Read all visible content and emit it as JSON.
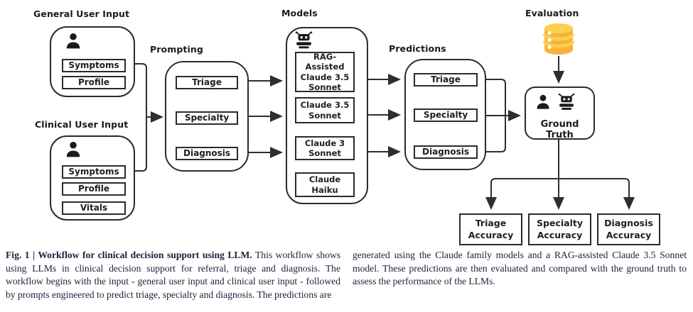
{
  "figure": {
    "groups": {
      "general_input": {
        "label": "General User Input",
        "items": [
          "Symptoms",
          "Profile"
        ]
      },
      "clinical_input": {
        "label": "Clinical User Input",
        "items": [
          "Symptoms",
          "Profile",
          "Vitals"
        ]
      },
      "prompting": {
        "label": "Prompting",
        "items": [
          "Triage",
          "Specialty",
          "Diagnosis"
        ]
      },
      "models": {
        "label": "Models",
        "items": [
          "RAG-Assisted Claude 3.5 Sonnet",
          "Claude 3.5 Sonnet",
          "Claude 3 Sonnet",
          "Claude Haiku"
        ]
      },
      "predictions": {
        "label": "Predictions",
        "items": [
          "Triage",
          "Specialty",
          "Diagnosis"
        ]
      },
      "evaluation": {
        "label": "Evaluation"
      },
      "ground_truth": {
        "label": "Ground Truth"
      },
      "accuracy": {
        "items": [
          "Triage Accuracy",
          "Specialty Accuracy",
          "Diagnosis Accuracy"
        ]
      }
    },
    "icons": {
      "user": "user-icon",
      "robot": "robot-icon",
      "database": "database-icon"
    }
  },
  "caption": {
    "left_bold": "Fig. 1 | Workflow for clinical decision support using LLM.",
    "left_text": " This workflow shows using LLMs in clinical decision support for referral, triage and diagnosis. The workflow begins with the input - general user input and clinical user input - followed by prompts engineered to predict triage, specialty and diagnosis. The predictions are",
    "right_text": "generated using the Claude family models and a RAG-assisted Claude 3.5 Sonnet model. These predictions are then evaluated and compared with the ground truth to assess the performance of the LLMs."
  },
  "colors": {
    "stroke": "#2e2e2e",
    "db-body": "#F6B33C",
    "db-light": "#FCD04F",
    "caption-ink": "#21213d"
  }
}
